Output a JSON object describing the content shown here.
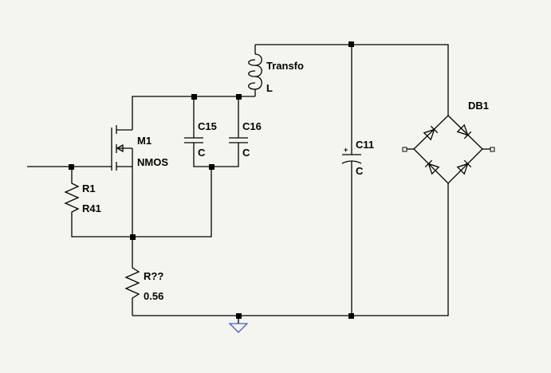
{
  "colors": {
    "background": "#f5f5f0",
    "wire": "#000000",
    "ground": "#3a5fcd",
    "node": "#000000"
  },
  "components": {
    "transformer": {
      "name": "Transfo",
      "value": "L"
    },
    "c15": {
      "name": "C15",
      "value": "C"
    },
    "c16": {
      "name": "C16",
      "value": "C"
    },
    "c11": {
      "name": "C11",
      "value": "C",
      "polarity": "+"
    },
    "m1": {
      "name": "M1",
      "value": "NMOS"
    },
    "r1": {
      "name": "R1",
      "value": "R41"
    },
    "rs": {
      "name": "R??",
      "value": "0.56"
    },
    "db1": {
      "name": "DB1"
    }
  }
}
